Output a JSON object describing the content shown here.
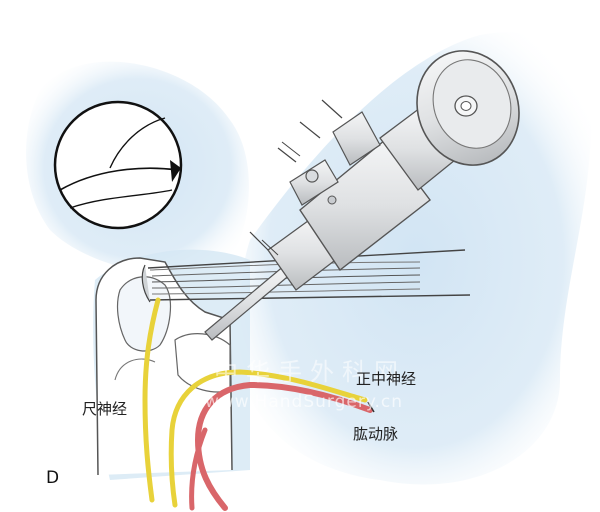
{
  "labels": {
    "ulnar_nerve": "尺神经",
    "median_nerve": "正中神经",
    "brachial_artery": "肱动脉",
    "panel_letter": "D"
  },
  "watermark": {
    "cn": "中华手外科网",
    "en": "www.HandSurgery.cn"
  },
  "colors": {
    "background_wash": "#cfe3f3",
    "nerve_yellow": "#e8d23a",
    "artery_red": "#d9666a",
    "bone_fill": "#ffffff",
    "scope_metal": "#e4e6e8"
  }
}
